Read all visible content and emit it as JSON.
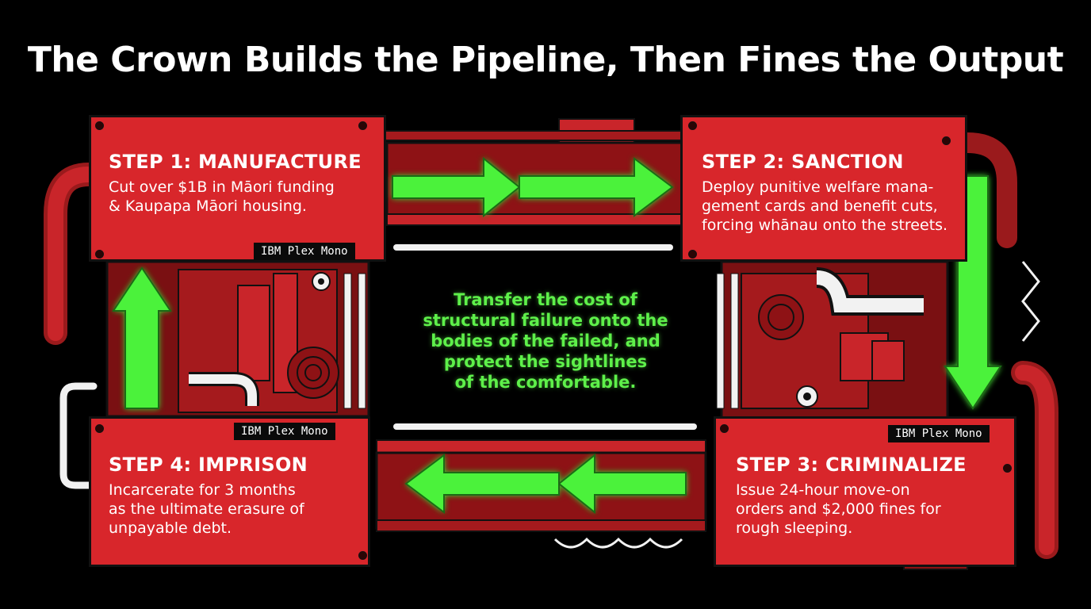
{
  "title": "The Crown Builds the Pipeline, Then Fines the Output",
  "steps": [
    {
      "heading": "STEP 1: MANUFACTURE",
      "lines": [
        "Cut over $1B in Māori funding",
        "& Kaupapa Māori housing."
      ]
    },
    {
      "heading": "STEP 2: SANCTION",
      "lines": [
        "Deploy punitive welfare mana-",
        "gement cards and benefit cuts,",
        "forcing whānau onto the streets."
      ]
    },
    {
      "heading": "STEP 3: CRIMINALIZE",
      "lines": [
        "Issue 24-hour move-on",
        "orders and $2,000 fines for",
        "rough sleeping."
      ]
    },
    {
      "heading": "STEP 4: IMPRISON",
      "lines": [
        "Incarcerate for 3 months",
        "as the ultimate erasure of",
        "unpayable debt."
      ]
    }
  ],
  "font_tags": [
    "IBM Plex Mono",
    "IBM Plex Mono",
    "IBM Plex Mono"
  ],
  "center_lines": [
    "Transfer the cost of",
    "structural failure onto the",
    "bodies of the failed, and",
    "protect the sightlines",
    "of the comfortable."
  ],
  "colors": {
    "panel_red": "#d8262b",
    "dark_red": "#8e1215",
    "arrow_green": "#4cf23a",
    "background": "#000000",
    "pipe_white": "#f2f2f2"
  }
}
